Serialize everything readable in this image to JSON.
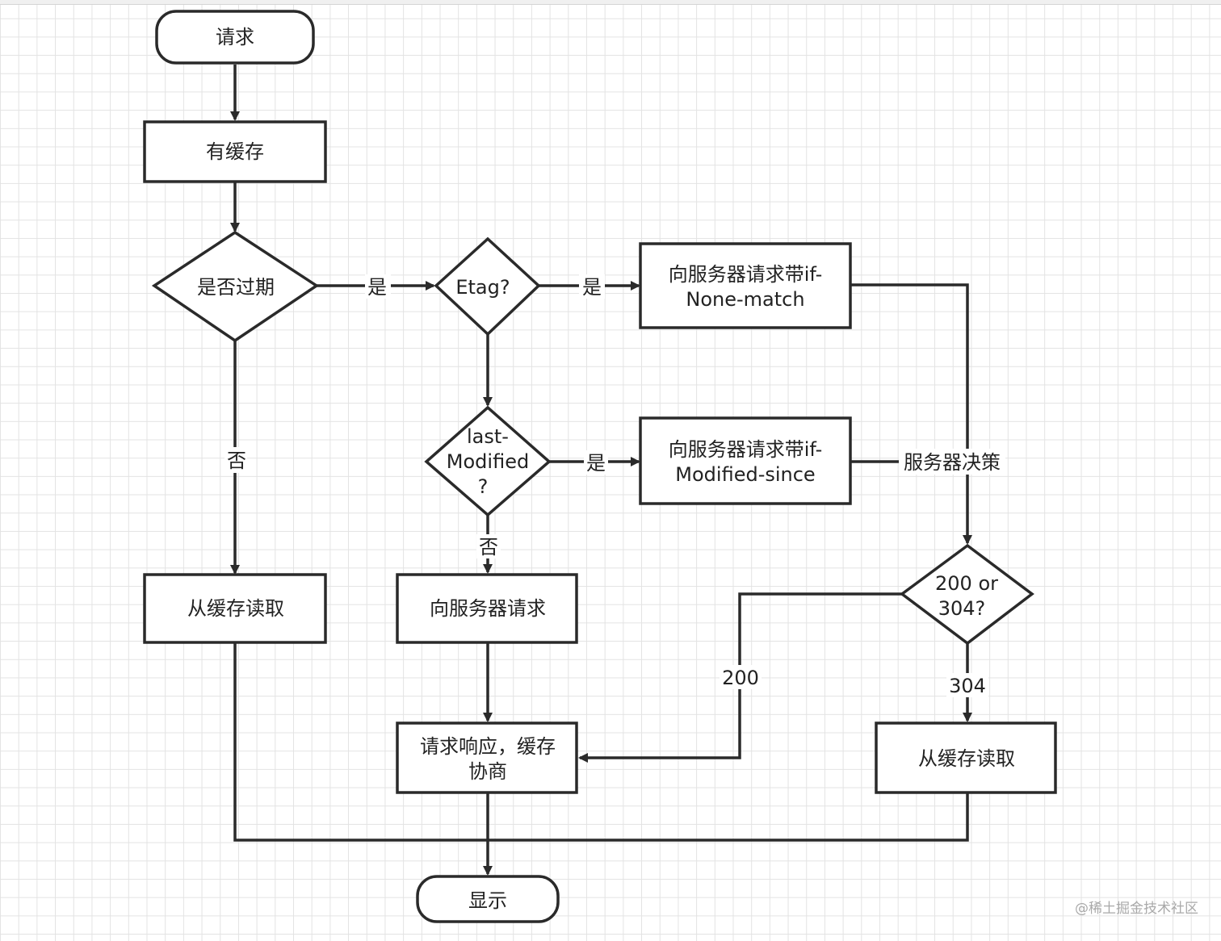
{
  "nodes": {
    "request": "请求",
    "has_cache": "有缓存",
    "expired": "是否过期",
    "etag": "Etag?",
    "req_if_none_match": [
      "向服务器请求带if-",
      "None-match"
    ],
    "last_modified": [
      "last-",
      "Modified",
      "?"
    ],
    "req_if_modified_since": [
      "向服务器请求带if-",
      "Modified-since"
    ],
    "read_cache_left": "从缓存读取",
    "request_server": "向服务器请求",
    "response_negotiate": [
      "请求响应，缓存",
      "协商"
    ],
    "status_decision": [
      "200 or",
      "304?"
    ],
    "read_cache_right": "从缓存读取",
    "display": "显示"
  },
  "edge_labels": {
    "expired_no": "否",
    "expired_yes": "是",
    "etag_yes": "是",
    "last_modified_yes": "是",
    "last_modified_no": "否",
    "server_decision": "服务器决策",
    "status_200": "200",
    "status_304": "304"
  },
  "watermark": "@稀土掘金技术社区"
}
